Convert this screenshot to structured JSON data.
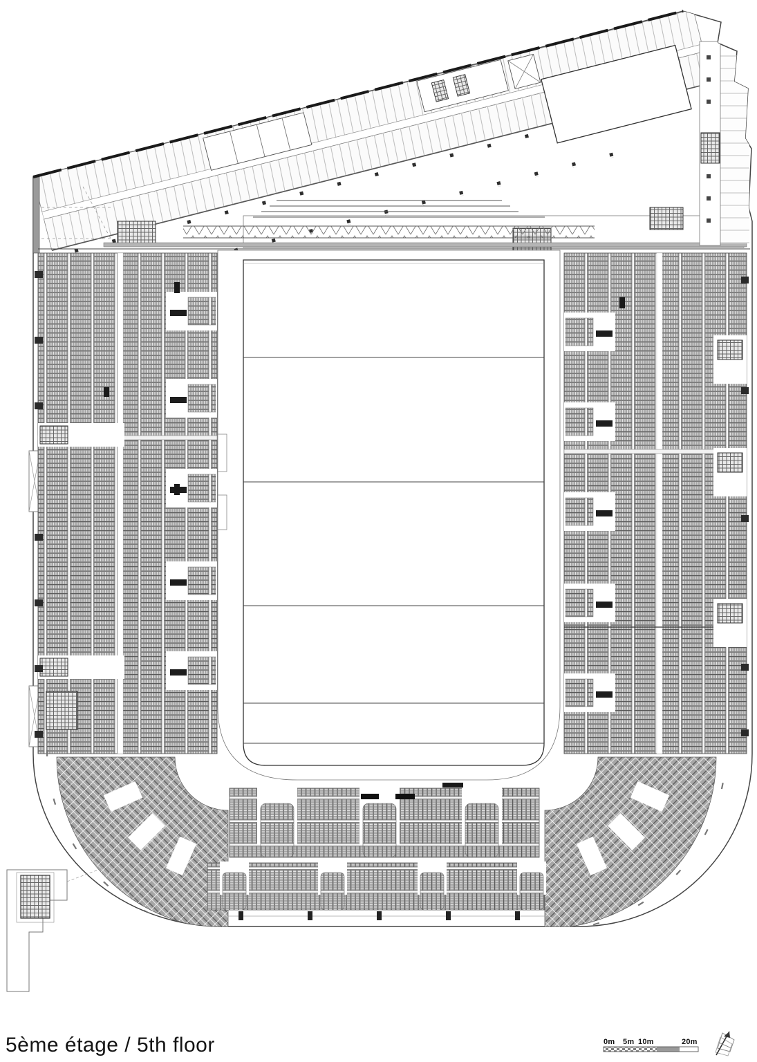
{
  "caption": "5ème étage / 5th floor",
  "scalebar": {
    "labels": [
      "0m",
      "5m",
      "10m",
      "20m"
    ]
  },
  "icons": {
    "north_arrow": "north-arrow-icon"
  },
  "colors": {
    "background": "#ffffff",
    "ink": "#333333",
    "seat_gray": "#a6a6a6",
    "hatch_gray": "#b3b3b3"
  }
}
